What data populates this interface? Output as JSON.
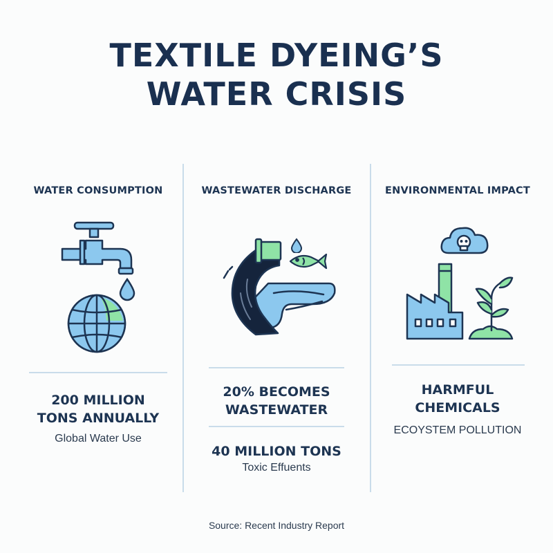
{
  "title": {
    "line1": "TEXTILE DYEING’S",
    "line2": "WATER CRISIS"
  },
  "columns": [
    {
      "header": "WATER CONSUMPTION",
      "icons": [
        "faucet-icon",
        "water-drop-icon",
        "globe-icon"
      ],
      "stat_line1": "200 MILLION",
      "stat_line2": "TONS ANNUALLY",
      "caption": "Global Water Use"
    },
    {
      "header": "WASTEWATER DISCHARGE",
      "icons": [
        "drain-pipe-icon",
        "polluted-stream-icon",
        "fish-icon",
        "water-drop-icon"
      ],
      "stat_line1": "20% BECOMES",
      "stat_line2": "WASTEWATER",
      "stat2": "40 MILLION TONS",
      "caption2": "Toxic Effuents"
    },
    {
      "header": "ENVIRONMENTAL IMPACT",
      "icons": [
        "factory-icon",
        "skull-cloud-icon",
        "plant-icon"
      ],
      "stat_line1": "HARMFUL",
      "stat_line2": "CHEMICALS",
      "caption": "ECOYSTEM POLLUTION"
    }
  ],
  "source": "Source: Recent Industry Report",
  "colors": {
    "navy": "#1d3452",
    "light_blue": "#8cc8ee",
    "green": "#8fe3a6",
    "divider": "#c9dcea"
  }
}
